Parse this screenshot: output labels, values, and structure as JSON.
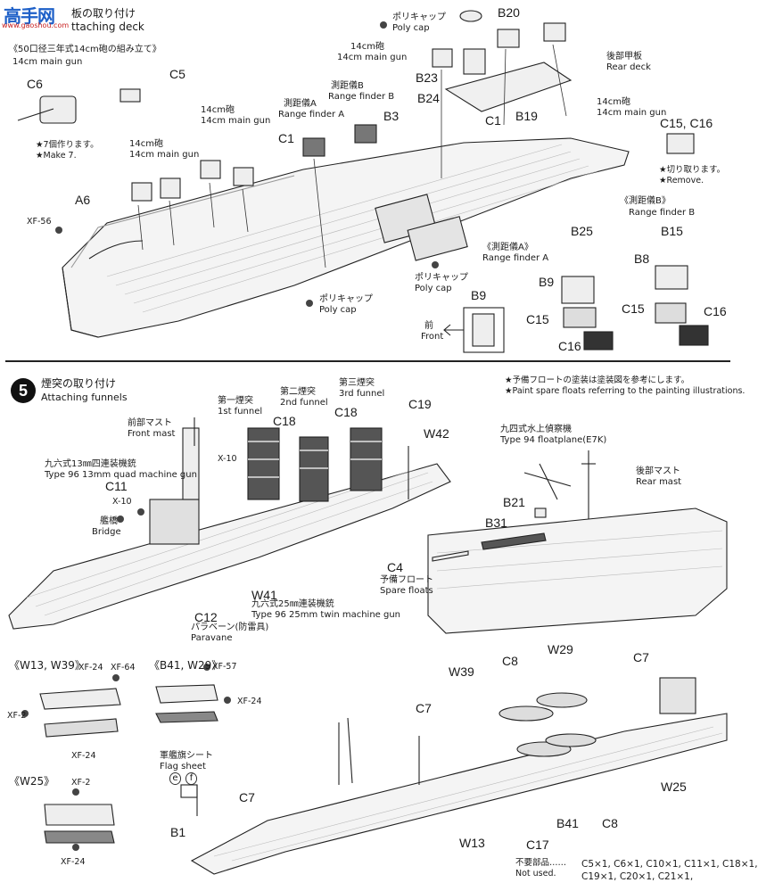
{
  "logo": {
    "text": "高手网",
    "sub": "www.gaoshou.com"
  },
  "top": {
    "header_jp": "板の取り付け",
    "header_en": "ttaching deck",
    "gun_title_jp": "《50口径三年式14cm砲の組み立て》",
    "gun_title_en": "14cm main gun",
    "make7_jp": "★7個作ります。",
    "make7_en": "★Make 7.",
    "labels": {
      "c6": "C6",
      "c5": "C5",
      "a6": "A6",
      "c1a": "C1",
      "c1b": "C1",
      "xf56": "XF-56",
      "b20": "B20",
      "b23": "B23",
      "b24": "B24",
      "b3": "B3",
      "b19": "B19",
      "b9": "B9",
      "b25": "B25",
      "b15": "B15",
      "b8": "B8",
      "b9b": "B9",
      "c15a": "C15",
      "c15b": "C15",
      "c16a": "C16",
      "c16b": "C16",
      "c15c16": "C15, C16"
    },
    "gun14_jp_1": "14cm砲",
    "gun14_en_1": "14cm main gun",
    "gun14_jp_2": "14cm砲",
    "gun14_en_2": "14cm main gun",
    "gun14_jp_3": "14cm砲",
    "gun14_en_3": "14cm main gun",
    "gun14_jp_4": "14cm砲",
    "gun14_en_4": "14cm main gun",
    "polycap_jp_1": "ポリキャップ",
    "polycap_en_1": "Poly cap",
    "polycap_jp_2": "ポリキャップ",
    "polycap_en_2": "Poly cap",
    "polycap_jp_3": "ポリキャップ",
    "polycap_en_3": "Poly cap",
    "rfA_jp": "測距儀A",
    "rfA_en": "Range finder A",
    "rfB_jp": "測距儀B",
    "rfB_en": "Range finder B",
    "rear_deck_jp": "後部甲板",
    "rear_deck_en": "Rear deck",
    "remove_jp": "★切り取ります。",
    "remove_en": "★Remove.",
    "rfB_title_jp": "《測距儀B》",
    "rfB_title_en": "Range finder B",
    "rfA_title_jp": "《測距儀A》",
    "rfA_title_en": "Range finder A",
    "front_jp": "前",
    "front_en": "Front"
  },
  "step5": {
    "number": "5",
    "title_jp": "煙突の取り付け",
    "title_en": "Attaching funnels",
    "note_jp": "★予備フロートの塗装は塗装図を参考にします。",
    "note_en": "★Paint spare floats referring to the painting illustrations.",
    "f1_jp": "第一煙突",
    "f1_en": "1st funnel",
    "f2_jp": "第二煙突",
    "f2_en": "2nd funnel",
    "f3_jp": "第三煙突",
    "f3_en": "3rd funnel",
    "front_mast_jp": "前部マスト",
    "front_mast_en": "Front mast",
    "mg13_jp": "九六式13㎜四連装機銃",
    "mg13_en": "Type 96 13mm quad machine gun",
    "bridge_jp": "艦橋",
    "bridge_en": "Bridge",
    "mg25_jp": "九六式25㎜連装機銃",
    "mg25_en": "Type 96 25mm twin machine gun",
    "paravane_jp": "パラベーン(防雷具)",
    "paravane_en": "Paravane",
    "float_jp": "九四式水上偵察機",
    "float_en": "Type 94 floatplane(E7K)",
    "rear_mast_jp": "後部マスト",
    "rear_mast_en": "Rear mast",
    "spare_jp": "予備フロート",
    "spare_en": "Spare floats",
    "labels": {
      "c18a": "C18",
      "c18b": "C18",
      "c19": "C19",
      "w42": "W42",
      "c11": "C11",
      "x10a": "X-10",
      "x10b": "X-10",
      "w41": "W41",
      "c12": "C12",
      "b21": "B21",
      "b31": "B31",
      "c4": "C4"
    }
  },
  "bottom": {
    "w13w39_title": "《W13, W39》",
    "b41w29_title": "《B41, W29》",
    "w25_title": "《W25》",
    "xf24a": "XF-24",
    "xf64": "XF-64",
    "xf2a": "XF-2",
    "xf24b": "XF-24",
    "xf57": "XF-57",
    "xf24c": "XF-24",
    "xf2b": "XF-2",
    "xf24d": "XF-24",
    "flag_jp": "軍艦旗シート",
    "flag_en": "Flag sheet",
    "flag_e": "e",
    "flag_f": "f",
    "labels": {
      "b1": "B1",
      "c7a": "C7",
      "c7b": "C7",
      "c7c": "C7",
      "w39": "W39",
      "c8a": "C8",
      "c8b": "C8",
      "w29": "W29",
      "w25": "W25",
      "w13": "W13",
      "c17": "C17",
      "b41": "B41"
    },
    "not_used_jp": "不要部品……",
    "not_used_en": "Not used.",
    "not_used_1": "C5×1, C6×1, C10×1, C11×1, C18×1,",
    "not_used_2": "C19×1, C20×1, C21×1,"
  }
}
